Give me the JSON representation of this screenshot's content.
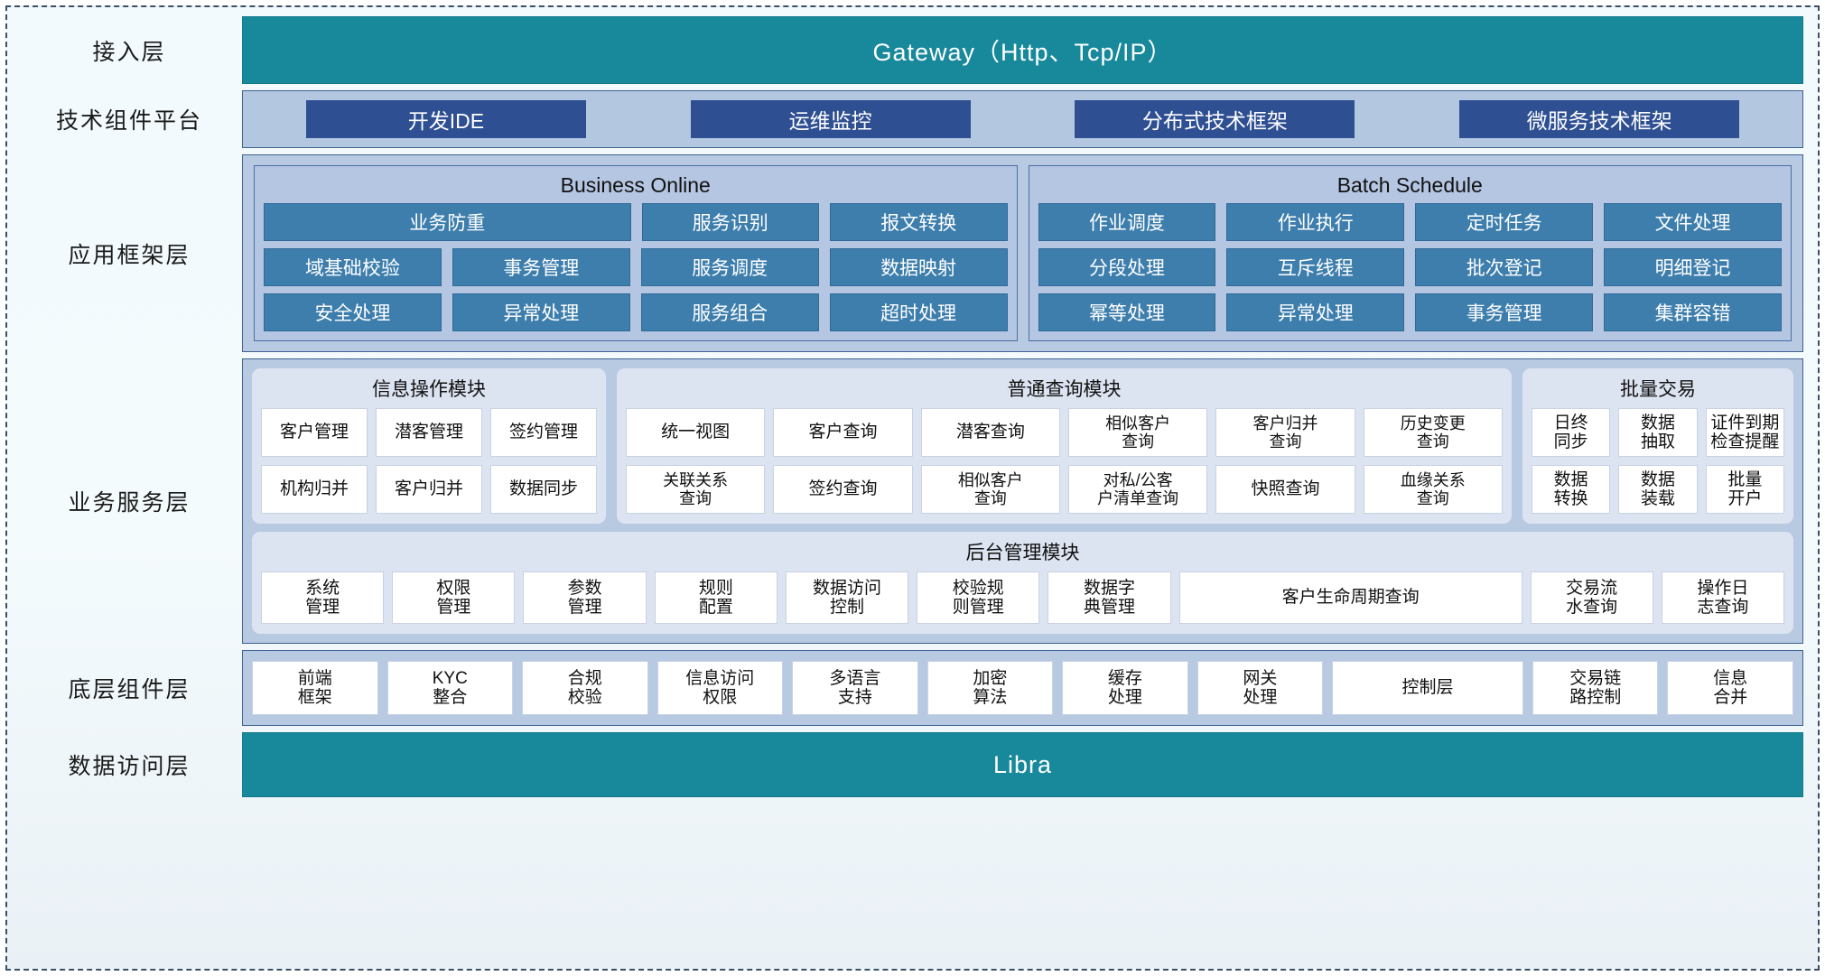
{
  "layers": {
    "access": {
      "label": "接入层",
      "bar": "Gateway（Http、Tcp/IP）"
    },
    "tech": {
      "label": "技术组件平台",
      "chips": [
        "开发IDE",
        "运维监控",
        "分布式技术框架",
        "微服务技术框架"
      ]
    },
    "app": {
      "label": "应用框架层",
      "groups": [
        {
          "title": "Business Online",
          "rows": [
            [
              "业务防重",
              "服务识别",
              "报文转换"
            ],
            [
              "域基础校验",
              "事务管理",
              "服务调度",
              "数据映射"
            ],
            [
              "安全处理",
              "异常处理",
              "服务组合",
              "超时处理"
            ]
          ]
        },
        {
          "title": "Batch Schedule",
          "rows": [
            [
              "作业调度",
              "作业执行",
              "定时任务",
              "文件处理"
            ],
            [
              "分段处理",
              "互斥线程",
              "批次登记",
              "明细登记"
            ],
            [
              "幂等处理",
              "异常处理",
              "事务管理",
              "集群容错"
            ]
          ]
        }
      ]
    },
    "biz": {
      "label": "业务服务层",
      "modules": [
        {
          "title": "信息操作模块",
          "rows": [
            [
              "客户管理",
              "潜客管理",
              "签约管理"
            ],
            [
              "机构归并",
              "客户归并",
              "数据同步"
            ]
          ]
        },
        {
          "title": "普通查询模块",
          "rows": [
            [
              "统一视图",
              "客户查询",
              "潜客查询",
              "相似客户\n查询",
              "客户归并\n查询",
              "历史变更\n查询"
            ],
            [
              "关联关系\n查询",
              "签约查询",
              "相似客户\n查询",
              "对私/公客\n户清单查询",
              "快照查询",
              "血缘关系\n查询"
            ]
          ]
        },
        {
          "title": "批量交易",
          "rows": [
            [
              "日终\n同步",
              "数据\n抽取",
              "证件到期\n检查提醒"
            ],
            [
              "数据\n转换",
              "数据\n装载",
              "批量\n开户"
            ]
          ]
        }
      ],
      "admin": {
        "title": "后台管理模块",
        "cells": [
          {
            "text": "系统\n管理",
            "wide": false
          },
          {
            "text": "权限\n管理",
            "wide": false
          },
          {
            "text": "参数\n管理",
            "wide": false
          },
          {
            "text": "规则\n配置",
            "wide": false
          },
          {
            "text": "数据访问\n控制",
            "wide": false
          },
          {
            "text": "校验规\n则管理",
            "wide": false
          },
          {
            "text": "数据字\n典管理",
            "wide": false
          },
          {
            "text": "客户生命周期查询",
            "wide": true
          },
          {
            "text": "交易流\n水查询",
            "wide": false
          },
          {
            "text": "操作日\n志查询",
            "wide": false
          }
        ]
      }
    },
    "bottom": {
      "label": "底层组件层",
      "cells": [
        {
          "text": "前端\n框架",
          "wide": false
        },
        {
          "text": "KYC\n整合",
          "wide": false
        },
        {
          "text": "合规\n校验",
          "wide": false
        },
        {
          "text": "信息访问\n权限",
          "wide": false
        },
        {
          "text": "多语言\n支持",
          "wide": false
        },
        {
          "text": "加密\n算法",
          "wide": false
        },
        {
          "text": "缓存\n处理",
          "wide": false
        },
        {
          "text": "网关\n处理",
          "wide": false
        },
        {
          "text": "控制层",
          "wide": true
        },
        {
          "text": "交易链\n路控制",
          "wide": false
        },
        {
          "text": "信息\n合并",
          "wide": false
        }
      ]
    },
    "data": {
      "label": "数据访问层",
      "bar": "Libra"
    }
  },
  "colors": {
    "teal": "#18889b",
    "panel_blue": "#b8c9e2",
    "chip_navy": "#2e4f92",
    "fw_cell": "#3d7ead",
    "module_bg": "#dde4f1",
    "border": "#3f6091"
  }
}
